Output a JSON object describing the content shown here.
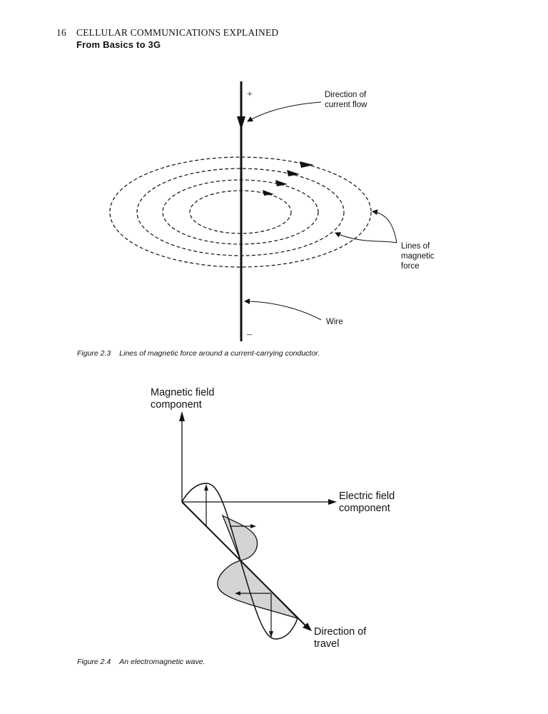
{
  "header": {
    "page_number": "16",
    "book_title": "CELLULAR COMMUNICATIONS EXPLAINED",
    "subtitle": "From Basics to 3G"
  },
  "figure_2_3": {
    "plus_sign": "+",
    "minus_sign": "–",
    "label_current_line1": "Direction of",
    "label_current_line2": "current flow",
    "label_lines_line1": "Lines of",
    "label_lines_line2": "magnetic",
    "label_lines_line3": "force",
    "label_wire": "Wire",
    "caption_number": "Figure 2.3",
    "caption_text": "Lines of magnetic force around a current-carrying conductor."
  },
  "figure_2_4": {
    "label_magnetic_line1": "Magnetic field",
    "label_magnetic_line2": "component",
    "label_electric_line1": "Electric field",
    "label_electric_line2": "component",
    "label_travel_line1": "Direction of",
    "label_travel_line2": "travel",
    "caption_number": "Figure 2.4",
    "caption_text": "An electromagnetic wave."
  },
  "colors": {
    "ink": "#111111",
    "shade": "#d4d4d4",
    "paper": "#ffffff"
  }
}
